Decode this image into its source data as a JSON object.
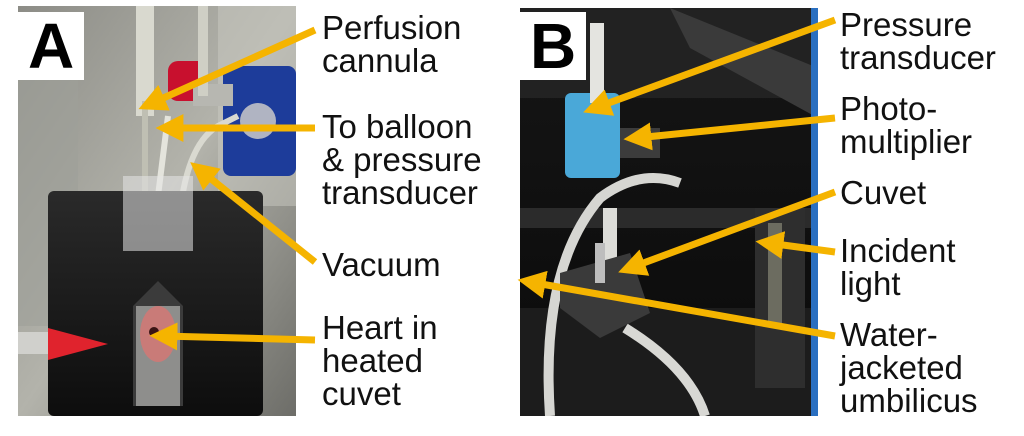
{
  "panel_a": {
    "letter": "A",
    "labels": {
      "perfusion_cannula": [
        "Perfusion",
        "cannula"
      ],
      "to_balloon": [
        "To balloon",
        "& pressure",
        "transducer"
      ],
      "vacuum": [
        "Vacuum"
      ],
      "heart": [
        "Heart in",
        "heated",
        "cuvet"
      ]
    }
  },
  "panel_b": {
    "letter": "B",
    "labels": {
      "pressure_transducer": [
        "Pressure",
        "transducer"
      ],
      "photomultiplier": [
        "Photo-",
        "multiplier"
      ],
      "cuvet": [
        "Cuvet"
      ],
      "incident_light": [
        "Incident",
        "light"
      ],
      "umbilicus": [
        "Water-",
        "jacketed",
        "umbilicus"
      ]
    }
  },
  "colors": {
    "arrow": "#f5b400",
    "label": "#111111",
    "letter_bg": "#ffffff"
  }
}
